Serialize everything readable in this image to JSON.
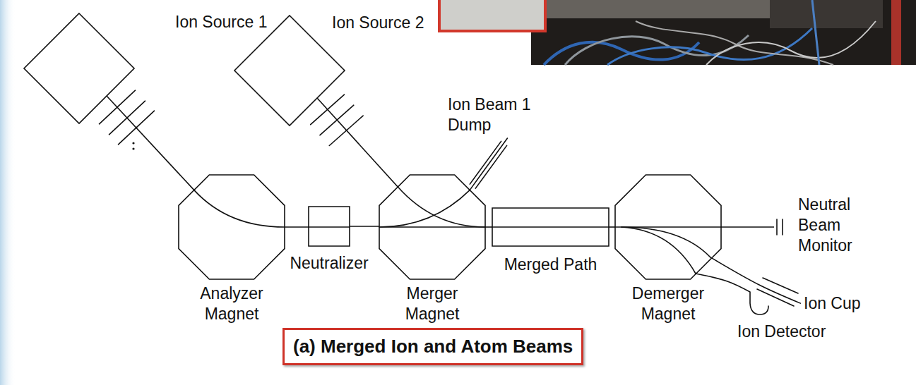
{
  "diagram": {
    "caption": "(a) Merged Ion and Atom Beams",
    "nodes": [
      {
        "text": [
          "Ion Source 1"
        ]
      },
      {
        "text": [
          "Ion Source 2"
        ]
      },
      {
        "text": [
          "Analyzer Magnet"
        ]
      },
      {
        "text": [
          "Neutralizer"
        ]
      },
      {
        "text": [
          "Merger Magnet"
        ]
      },
      {
        "text": [
          "Merged Path"
        ]
      },
      {
        "text": [
          "Demerger Magnet"
        ]
      },
      {
        "text": [
          "Ion Beam 1 Dump"
        ]
      },
      {
        "text": [
          "Neutral Beam Monitor"
        ]
      },
      {
        "text": [
          "Ion Cup"
        ]
      },
      {
        "text": [
          "Ion Detector"
        ]
      }
    ],
    "edges": [
      {
        "from": 0,
        "to": 2,
        "arrow": "none"
      },
      {
        "from": 2,
        "to": 3,
        "arrow": "none"
      },
      {
        "from": 3,
        "to": 4,
        "arrow": "none"
      },
      {
        "from": 1,
        "to": 4,
        "arrow": "none"
      },
      {
        "from": 4,
        "to": 7,
        "arrow": "none"
      },
      {
        "from": 4,
        "to": 5,
        "arrow": "none"
      },
      {
        "from": 5,
        "to": 6,
        "arrow": "none"
      },
      {
        "from": 6,
        "to": 8,
        "arrow": "none"
      },
      {
        "from": 6,
        "to": 9,
        "arrow": "none"
      },
      {
        "from": 6,
        "to": 10,
        "arrow": "none"
      }
    ]
  }
}
